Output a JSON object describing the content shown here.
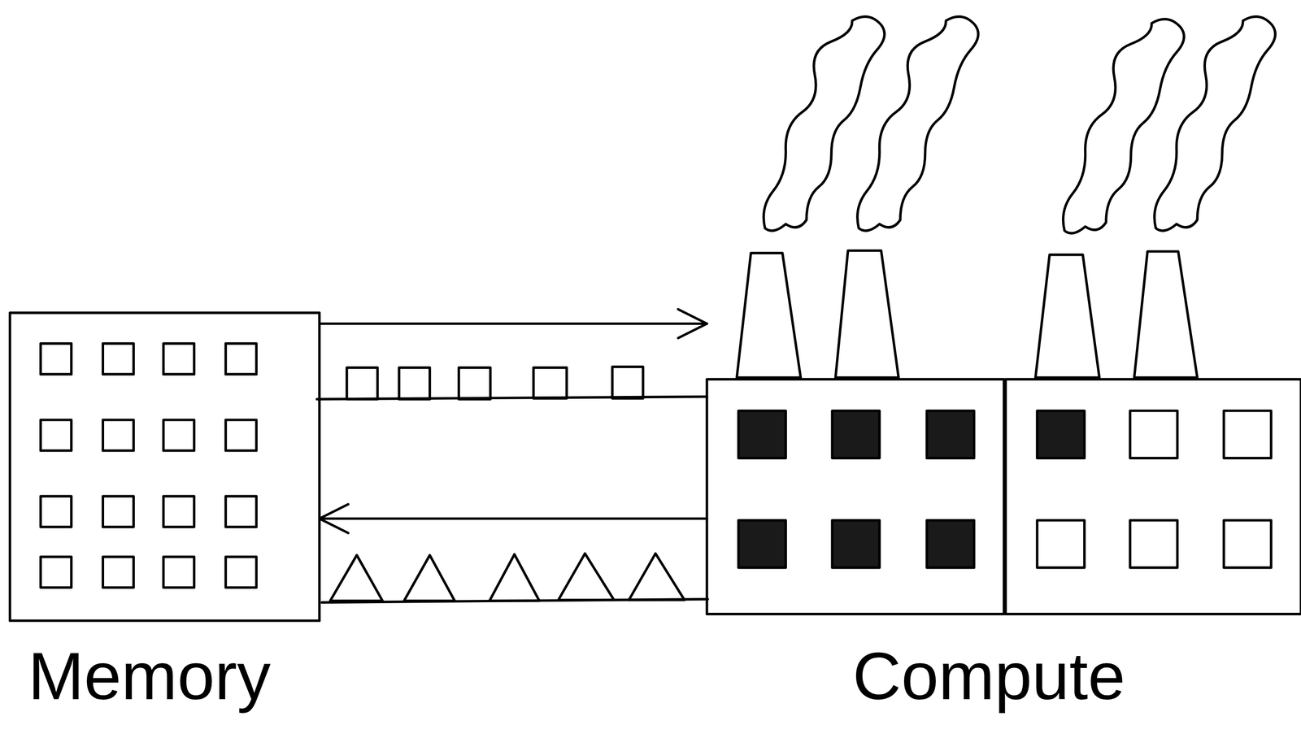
{
  "diagram": {
    "nodes": [
      {
        "text": [
          "Memory"
        ]
      },
      {
        "text": [
          "Compute"
        ]
      }
    ],
    "edges": [
      {
        "from": 0,
        "to": 1,
        "arrow": "to"
      },
      {
        "from": 1,
        "to": 0,
        "arrow": "to"
      }
    ]
  }
}
